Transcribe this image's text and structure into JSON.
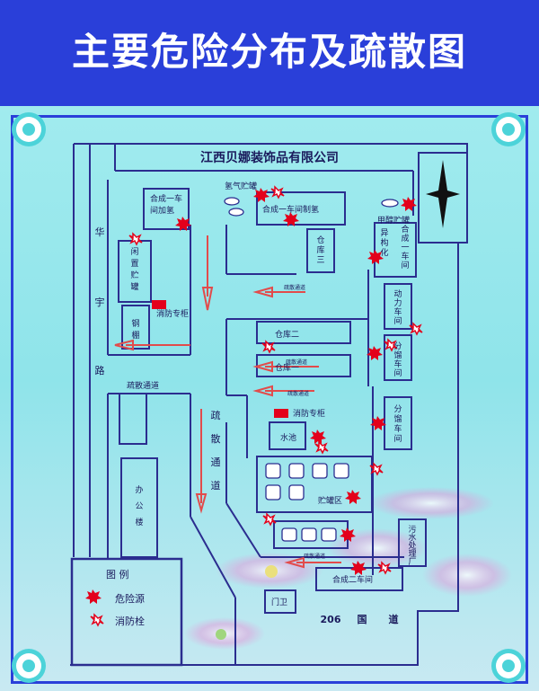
{
  "title": "主要危险分布及疏散图",
  "company": "江西贝娜装饰品有限公司",
  "road_west": [
    "华",
    "宇",
    "路"
  ],
  "road_south": [
    "206",
    "国",
    "道"
  ],
  "buildings": {
    "b1": [
      "合成一车",
      "间加氢"
    ],
    "hydrogen": "氢气贮罐",
    "b2": "合成一车间制氢",
    "warehouse3": [
      "仓",
      "库",
      "三"
    ],
    "methanol": "甲醇贮罐",
    "isomer": [
      "异",
      "构",
      "化"
    ],
    "hecheng1": [
      "合",
      "成",
      "一",
      "车",
      "间"
    ],
    "idle_tank": [
      "闲",
      "置",
      "贮",
      "罐"
    ],
    "steel_shed": [
      "钢",
      "棚"
    ],
    "fire_cabinet": "消防专柜",
    "power": [
      "动",
      "力",
      "车",
      "间"
    ],
    "warehouse2": "仓库二",
    "warehouse1": "仓库一",
    "fenliu1": [
      "分",
      "馏",
      "车",
      "间"
    ],
    "fenliu2": [
      "分",
      "馏",
      "车",
      "间"
    ],
    "pool": "水池",
    "tank_area": "贮罐区",
    "office": [
      "办",
      "公",
      "楼"
    ],
    "sewage": [
      "污",
      "水",
      "处",
      "理",
      "厂"
    ],
    "hecheng2": "合成二车间",
    "gate": "门卫"
  },
  "evac_labels": {
    "small": "疏散通道",
    "main": "疏散通道",
    "vertical": [
      "疏",
      "散",
      "通",
      "道"
    ]
  },
  "legend": {
    "title": "图  例",
    "hazard": "危险源",
    "hydrant": "消防栓"
  },
  "colors": {
    "banner": "#2a3fd9",
    "line": "#2b2d8f",
    "hazard": "#e3001b",
    "arrow": "#e24b4b",
    "north": "#111111"
  }
}
